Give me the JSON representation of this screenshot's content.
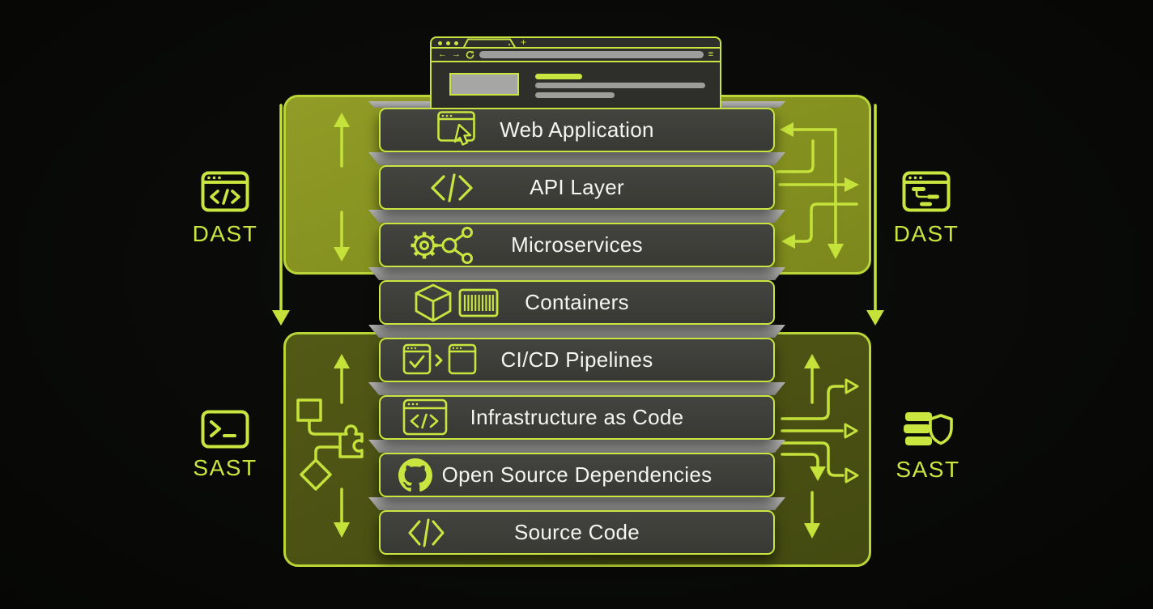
{
  "colors": {
    "background": "#0a0b08",
    "accent": "#c8e63f",
    "dast_zone_fill": "#87931f",
    "sast_zone_fill": "#4b5114",
    "layer_fill": "#3a3b37",
    "layer_text": "#f4f4f2",
    "shelf_gray": "#a8a8a6"
  },
  "browser": {
    "traffic_dots": 3,
    "new_tab_glyph": "+",
    "back_glyph": "←",
    "forward_glyph": "→",
    "menu_glyph": "≡"
  },
  "stack": {
    "layers": [
      {
        "label": "Web Application",
        "icon": "web-window-cursor-icon"
      },
      {
        "label": "API Layer",
        "icon": "code-brackets-icon"
      },
      {
        "label": "Microservices",
        "icon": "gear-network-icon"
      },
      {
        "label": "Containers",
        "icon": "cube-barcode-icon"
      },
      {
        "label": "CI/CD Pipelines",
        "icon": "pipeline-windows-icon"
      },
      {
        "label": "Infrastructure as Code",
        "icon": "code-window-icon"
      },
      {
        "label": "Open Source Dependencies",
        "icon": "github-icon"
      },
      {
        "label": "Source Code",
        "icon": "code-brackets-icon"
      }
    ]
  },
  "annotations": {
    "dast_left": "DAST",
    "dast_right": "DAST",
    "sast_left": "SAST",
    "sast_right": "SAST"
  }
}
